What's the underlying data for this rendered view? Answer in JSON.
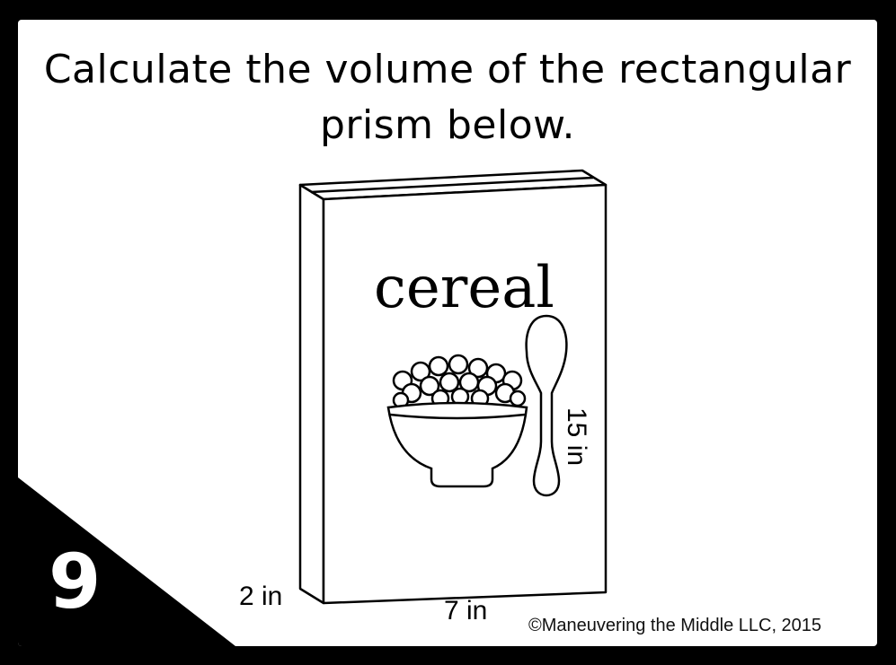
{
  "question": {
    "line1": "Calculate the volume of the rectangular",
    "line2": "prism below."
  },
  "card_number": "9",
  "box": {
    "brand_text": "cereal",
    "illustration_icons": [
      "cereal-bowl-icon",
      "spoon-icon"
    ]
  },
  "dimensions": {
    "depth": "2  in",
    "width": "7  in",
    "height": "15  in"
  },
  "copyright": "©Maneuvering the Middle LLC, 2015",
  "colors": {
    "background": "#000000",
    "card": "#ffffff",
    "ink": "#000000"
  }
}
